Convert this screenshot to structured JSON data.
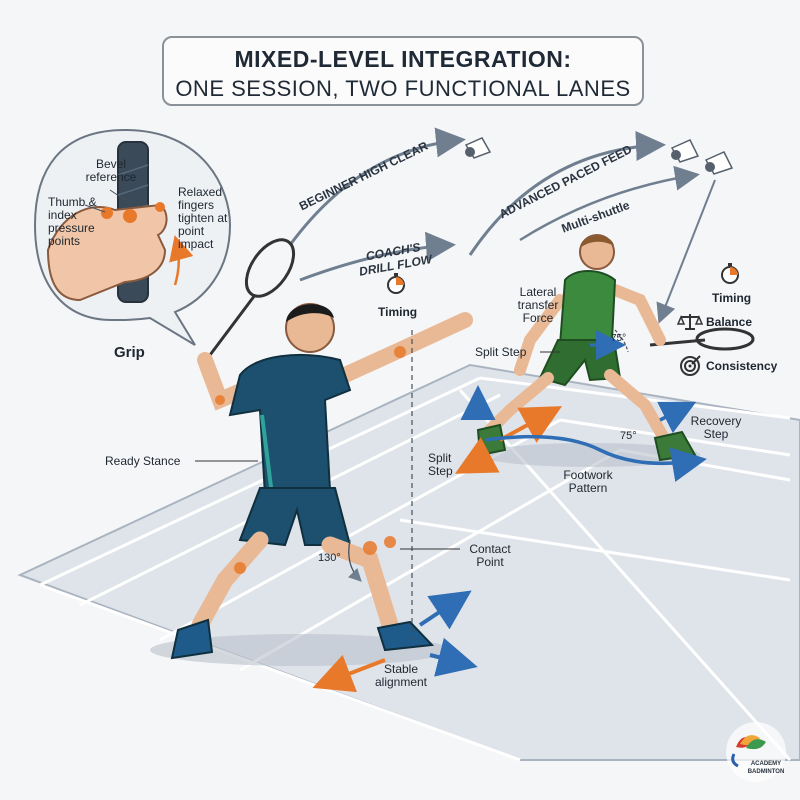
{
  "title": {
    "line1": "MIXED-LEVEL INTEGRATION:",
    "line2": "ONE SESSION, TWO FUNCTIONAL LANES"
  },
  "grip_inset": {
    "title": "Grip",
    "bevel": "Bevel reference",
    "thumb": "Thumb & index pressure points",
    "relaxed": "Relaxed fingers tighten at point impact"
  },
  "drill_labels": {
    "beginner": "BEGINNER HIGH CLEAR",
    "advanced": "ADVANCED PACED FEED",
    "multi": "Multi-shuttle",
    "coach": "COACH'S DRILL FLOW"
  },
  "beginner_cues": {
    "timing": "Timing",
    "ready_stance": "Ready Stance",
    "angle": "130°",
    "contact_point": "Contact Point",
    "stable_alignment": "Stable alignment",
    "split_step": "Split Step"
  },
  "advanced_cues": {
    "lateral": "Lateral transfer Force",
    "split_step": "Split Step",
    "angle_upper": "75°",
    "angle_lower": "75°",
    "recovery": "Recovery Step",
    "footwork": "Footwork Pattern"
  },
  "legend": {
    "timing": "Timing",
    "balance": "Balance",
    "consistency": "Consistency"
  },
  "logo": {
    "line1": "ACADEMY",
    "line2": "BADMINTON"
  },
  "colors": {
    "court_line": "#ffffff",
    "court_floor": "#dfe4ea",
    "accent_orange": "#e8792b",
    "accent_blue": "#2f6db5",
    "beginner_shirt": "#1d4f6e",
    "advanced_shirt": "#3b8a3e"
  }
}
